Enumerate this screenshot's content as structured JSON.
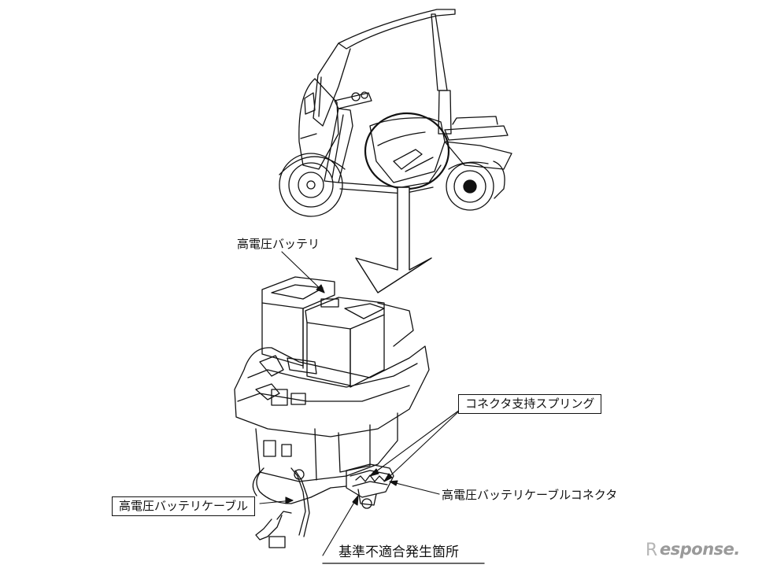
{
  "labels": {
    "battery": "高電圧バッテリ",
    "spring": "コネクタ支持スプリング",
    "connector": "高電圧バッテリケーブルコネクタ",
    "cable": "高電圧バッテリケーブル",
    "defect": "基準不適合発生箇所"
  },
  "watermark": {
    "mark": "R",
    "text": "esponse."
  },
  "icons": [
    "trike-illustration",
    "battery-assembly-illustration",
    "detail-circle-icon",
    "callout-arrow-icon"
  ]
}
